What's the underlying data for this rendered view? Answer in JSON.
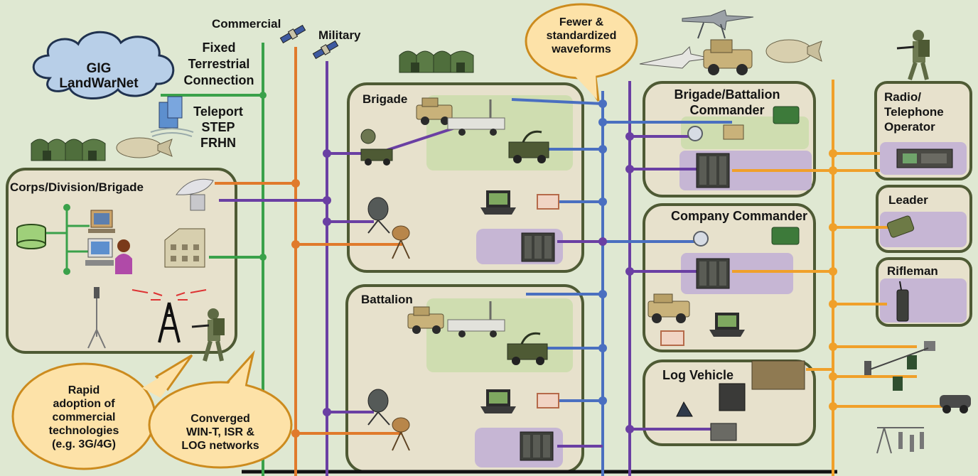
{
  "network": {
    "cloud": {
      "line1": "GIG",
      "line2": "LandWarNet"
    },
    "satellites": {
      "commercial": "Commercial",
      "military": "Military"
    },
    "fixed": {
      "line1": "Fixed",
      "line2": "Terrestrial",
      "line3": "Connection"
    },
    "teleport": {
      "line1": "Teleport",
      "line2": "STEP",
      "line3": "FRHN"
    }
  },
  "callouts": {
    "waveforms": {
      "line1": "Fewer &",
      "line2": "standardized",
      "line3": "waveforms"
    },
    "rapid": {
      "line1": "Rapid",
      "line2": "adoption of",
      "line3": "commercial",
      "line4": "technologies",
      "line5": "(e.g. 3G/4G)"
    },
    "converged": {
      "line1": "Converged",
      "line2": "WIN-T, ISR &",
      "line3": "LOG networks"
    }
  },
  "nodes": {
    "corps": "Corps/Division/Brigade",
    "brigade": "Brigade",
    "battalion": "Battalion",
    "brigade_battalion_commander": {
      "line1": "Brigade/Battalion",
      "line2": "Commander"
    },
    "company_commander": "Company Commander",
    "log_vehicle": "Log Vehicle",
    "rto": {
      "line1": "Radio/",
      "line2": "Telephone",
      "line3": "Operator"
    },
    "leader": "Leader",
    "rifleman": "Rifleman"
  },
  "colors": {
    "green_link": "#3aa14a",
    "orange_link": "#e07a2c",
    "purple_link": "#6a3fa3",
    "blue_link": "#4a6fc0",
    "gold_link": "#f0a02a",
    "panel_border": "#4e5a34",
    "panel_fill": "#e7e1cc",
    "zone_green": "#cfddb0",
    "zone_purple": "#c6b6d4",
    "bubble_fill": "#fde2a8"
  }
}
